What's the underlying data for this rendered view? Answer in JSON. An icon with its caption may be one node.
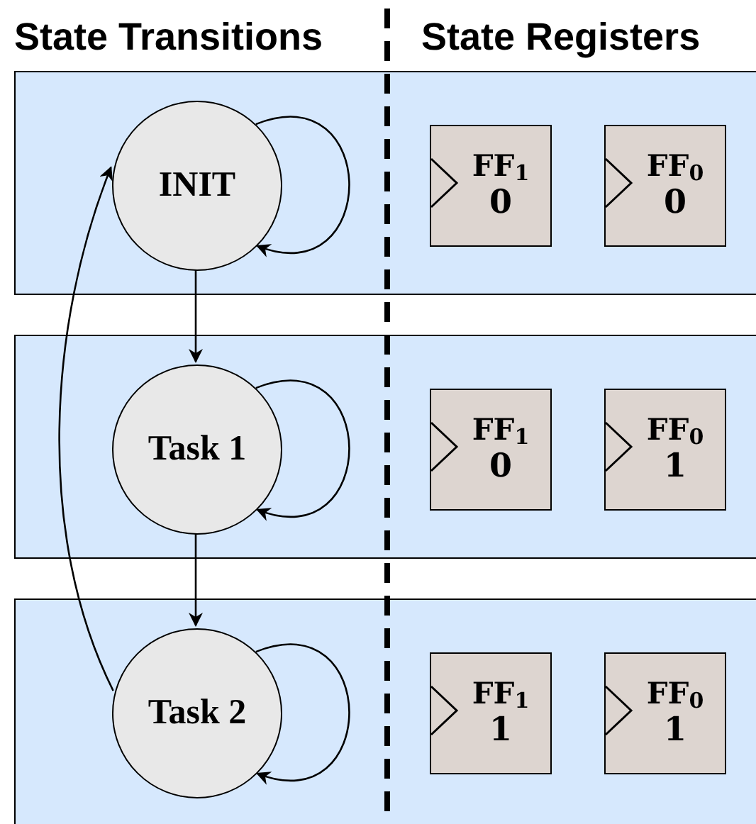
{
  "diagram": {
    "nodes": [
      {
        "text": [],
        "shape": "box"
      },
      {
        "text": [
          "INIT"
        ],
        "in": 0
      },
      {
        "text": [
          "FF$_{1}$",
          "0"
        ],
        "in": 0
      },
      {
        "text": [
          "FF$_{0}$",
          "0"
        ],
        "in": 0
      },
      {
        "text": [],
        "shape": "box"
      },
      {
        "text": [
          "Task 1"
        ],
        "in": 4
      },
      {
        "text": [
          "FF$_{1}$",
          "0"
        ],
        "in": 4
      },
      {
        "text": [
          "FF$_{0}$",
          "1"
        ],
        "in": 4
      },
      {
        "text": [],
        "shape": "box"
      },
      {
        "text": [
          "Task 2"
        ],
        "in": 8
      },
      {
        "text": [
          "FF$_{1}$",
          "1"
        ],
        "in": 8
      },
      {
        "text": [
          "FF$_{0}$",
          "1"
        ],
        "in": 8
      }
    ],
    "edges": [
      {
        "from": 1,
        "to": 1,
        "arrow": "to"
      },
      {
        "from": 1,
        "to": 5,
        "arrow": "to"
      },
      {
        "from": 5,
        "to": 5,
        "arrow": "to"
      },
      {
        "from": 5,
        "to": 9,
        "arrow": "to"
      },
      {
        "from": 9,
        "to": 9,
        "arrow": "to"
      },
      {
        "from": 9,
        "to": 1,
        "arrow": "to"
      }
    ],
    "labels": [
      "State Transitions",
      "State Registers"
    ]
  }
}
